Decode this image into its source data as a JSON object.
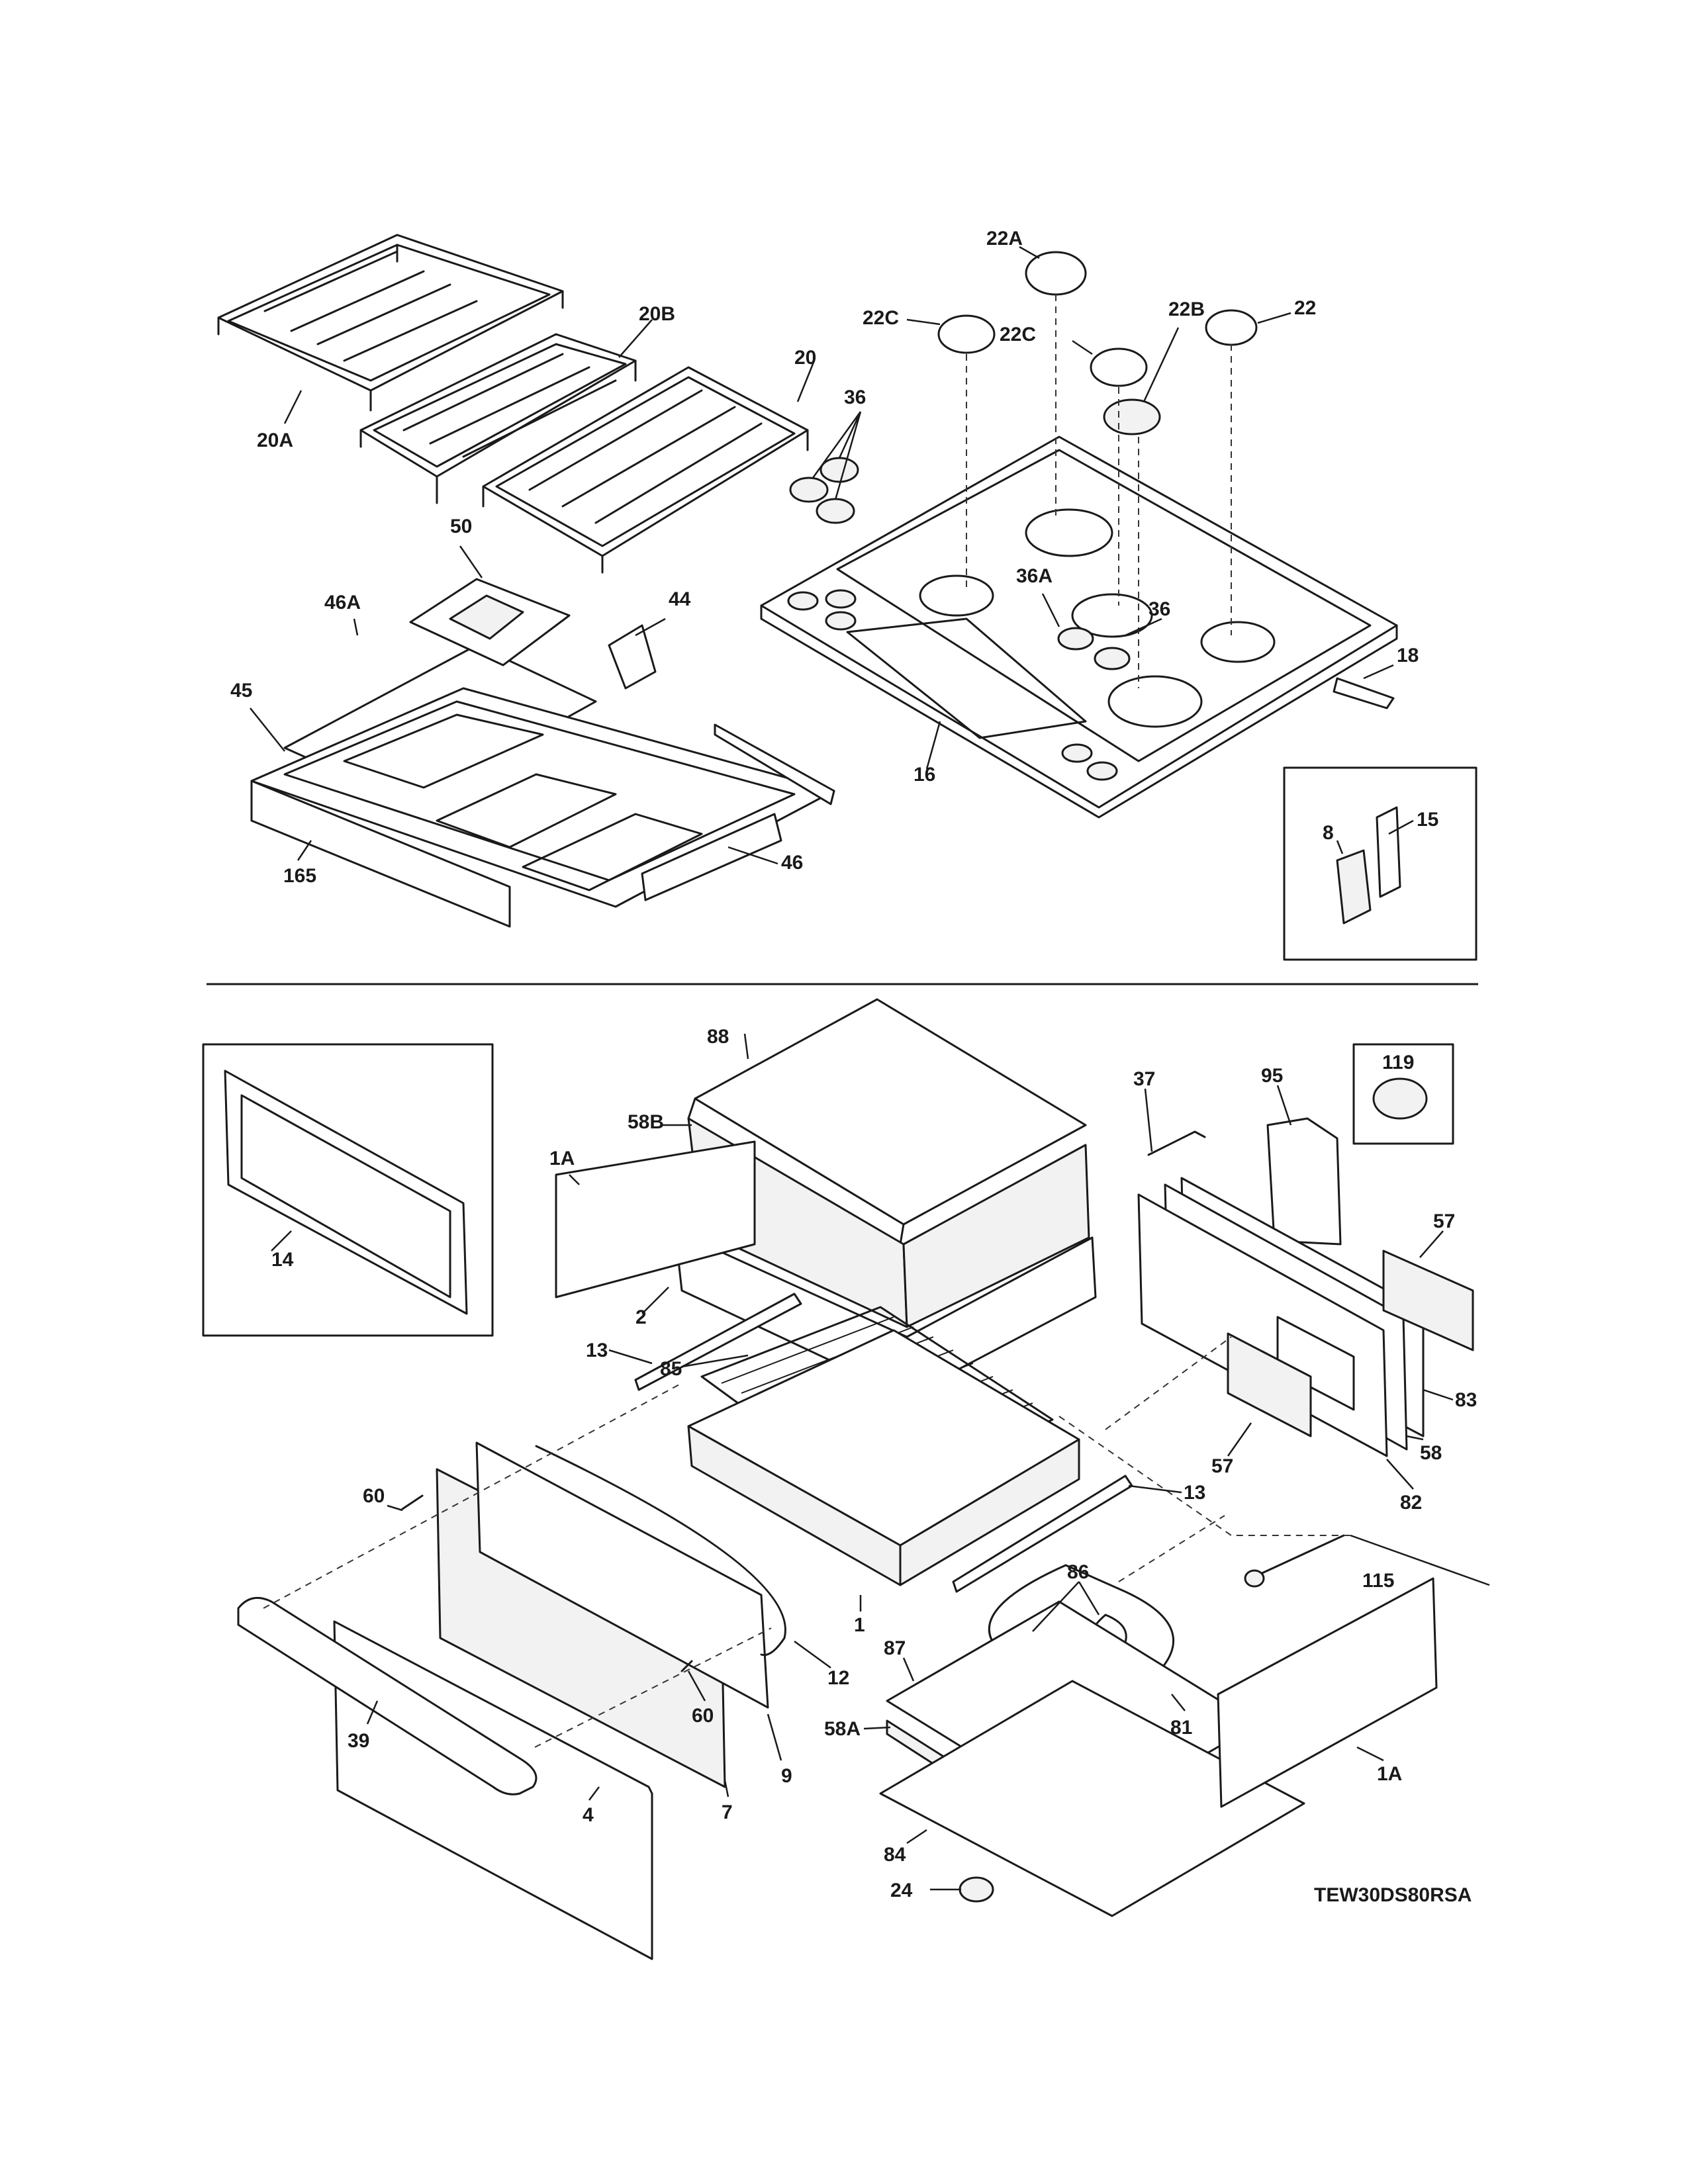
{
  "model_code": "TEW30DS80RSA",
  "labels": {
    "l22A": "22A",
    "l22C_a": "22C",
    "l22C_b": "22C",
    "l22B": "22B",
    "l22": "22",
    "l20B": "20B",
    "l20": "20",
    "l20A": "20A",
    "l36_top": "36",
    "l50": "50",
    "l46A": "46A",
    "l44": "44",
    "l45": "45",
    "l165": "165",
    "l46": "46",
    "l36A": "36A",
    "l36_mid": "36",
    "l18": "18",
    "l16": "16",
    "l8": "8",
    "l15": "15",
    "l88": "88",
    "l58B": "58B",
    "l1A_a": "1A",
    "l2": "2",
    "l14": "14",
    "l13_a": "13",
    "l85": "85",
    "l37": "37",
    "l95": "95",
    "l119": "119",
    "l57_a": "57",
    "l83": "83",
    "l57_b": "57",
    "l58": "58",
    "l82": "82",
    "l13_b": "13",
    "l60_a": "60",
    "l60_b": "60",
    "l1": "1",
    "l12": "12",
    "l86": "86",
    "l115": "115",
    "l87": "87",
    "l58A": "58A",
    "l81": "81",
    "l1A_b": "1A",
    "l39": "39",
    "l4": "4",
    "l7": "7",
    "l9": "9",
    "l84": "84",
    "l24": "24"
  }
}
